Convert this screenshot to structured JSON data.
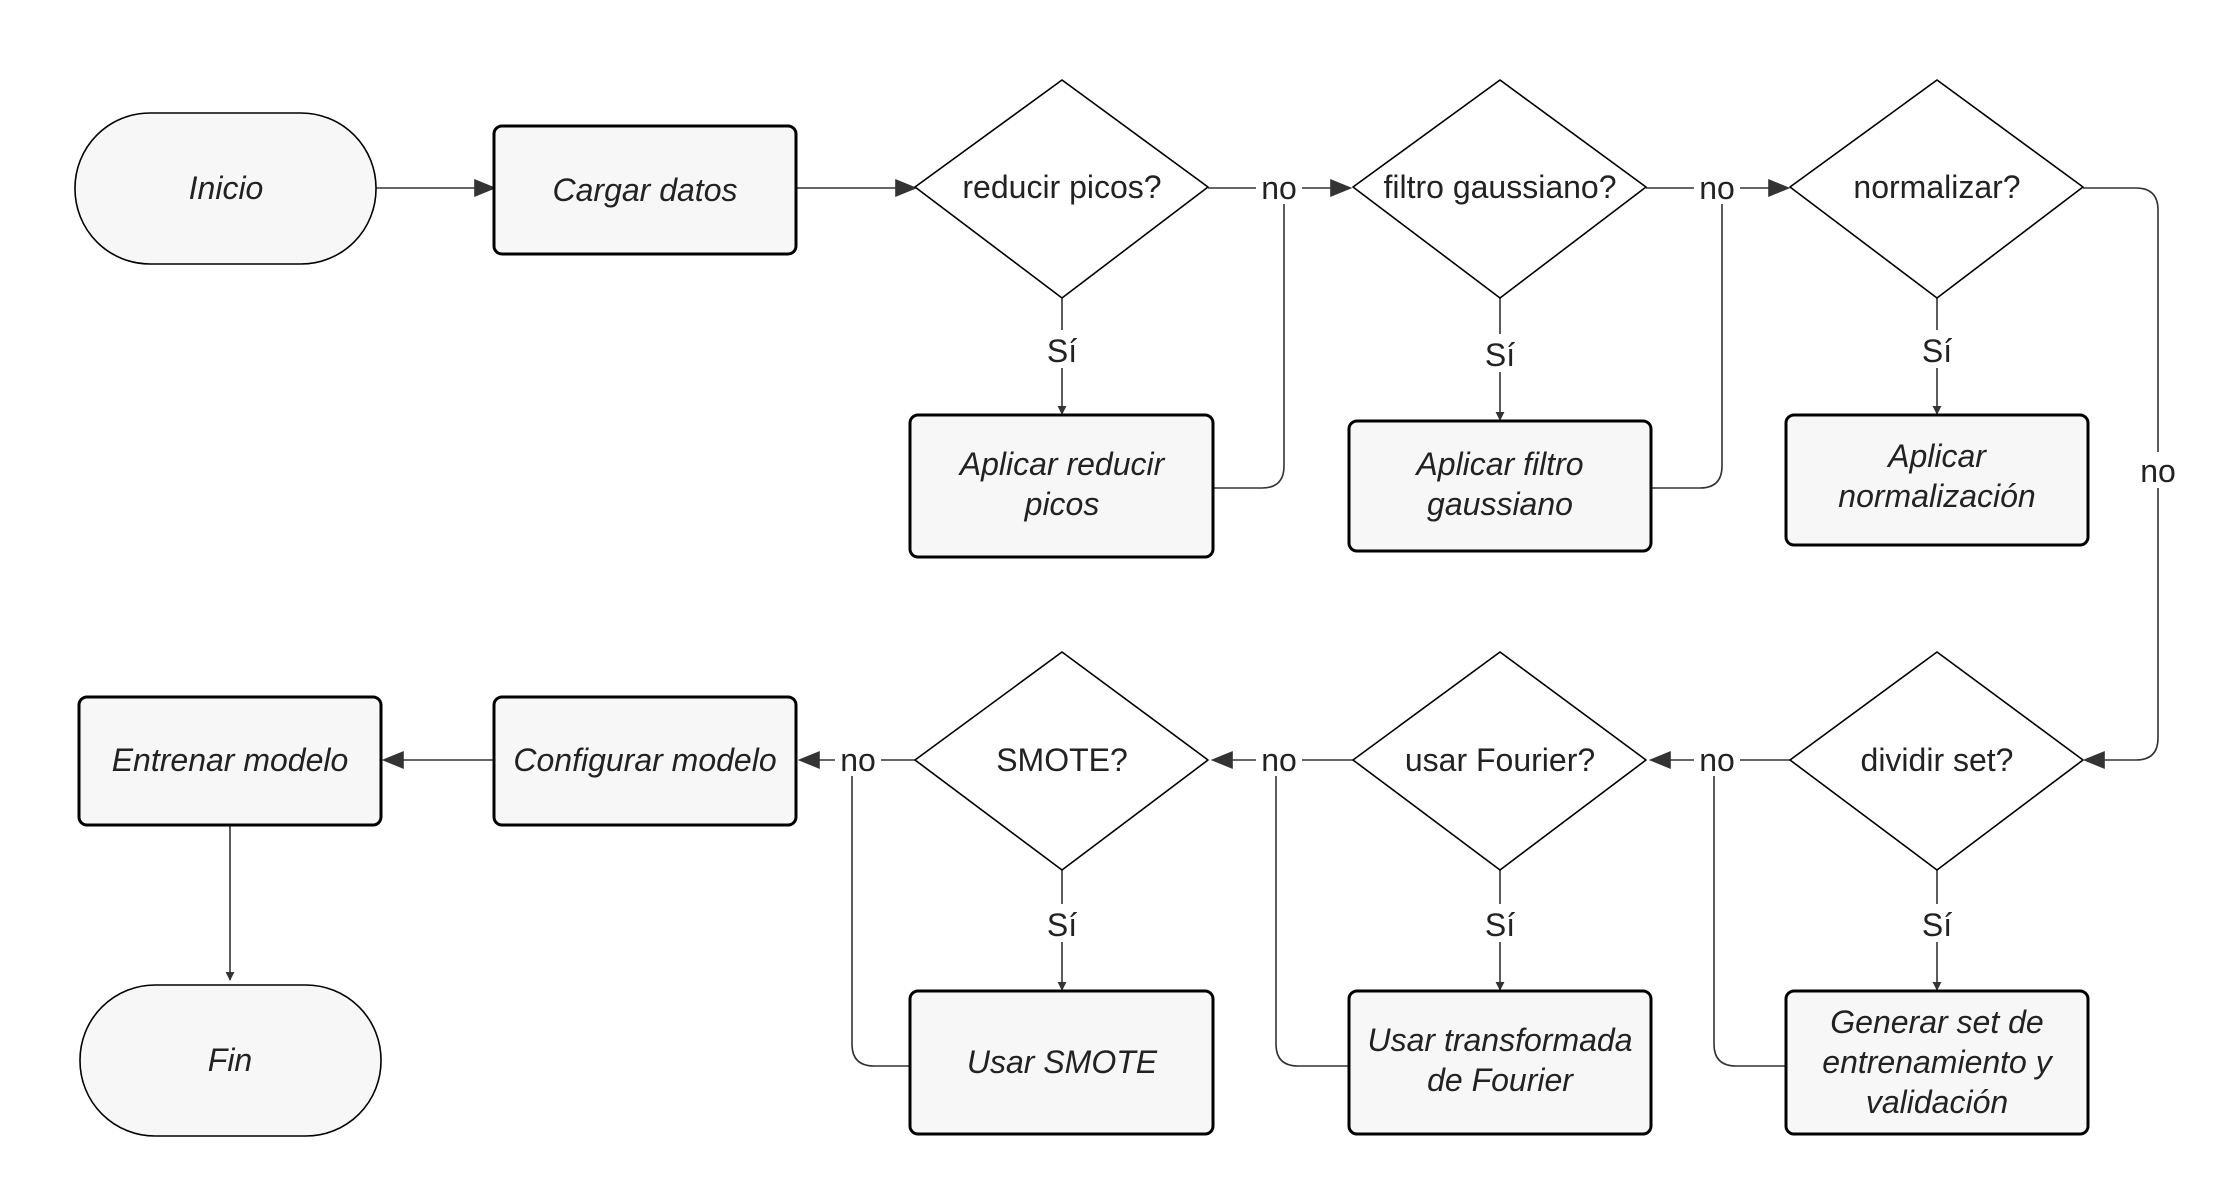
{
  "nodes": {
    "inicio": {
      "lines": [
        "Inicio"
      ]
    },
    "cargar": {
      "lines": [
        "Cargar datos"
      ]
    },
    "reducir_q": {
      "lines": [
        "reducir picos?"
      ]
    },
    "aplicar_reducir": {
      "lines": [
        "Aplicar reducir",
        "picos"
      ]
    },
    "filtro_q": {
      "lines": [
        "filtro gaussiano?"
      ]
    },
    "aplicar_filtro": {
      "lines": [
        "Aplicar filtro",
        "gaussiano"
      ]
    },
    "normalizar_q": {
      "lines": [
        "normalizar?"
      ]
    },
    "aplicar_norm": {
      "lines": [
        "Aplicar",
        "normalización"
      ]
    },
    "dividir_q": {
      "lines": [
        "dividir set?"
      ]
    },
    "generar": {
      "lines": [
        "Generar set de",
        "entrenamiento y",
        "validación"
      ]
    },
    "fourier_q": {
      "lines": [
        "usar Fourier?"
      ]
    },
    "usar_fourier": {
      "lines": [
        "Usar transformada",
        "de Fourier"
      ]
    },
    "smote_q": {
      "lines": [
        "SMOTE?"
      ]
    },
    "usar_smote": {
      "lines": [
        "Usar SMOTE"
      ]
    },
    "configurar": {
      "lines": [
        "Configurar modelo"
      ]
    },
    "entrenar": {
      "lines": [
        "Entrenar modelo"
      ]
    },
    "fin": {
      "lines": [
        "Fin"
      ]
    }
  },
  "edge_labels": {
    "no": "no",
    "si": "Sí"
  }
}
